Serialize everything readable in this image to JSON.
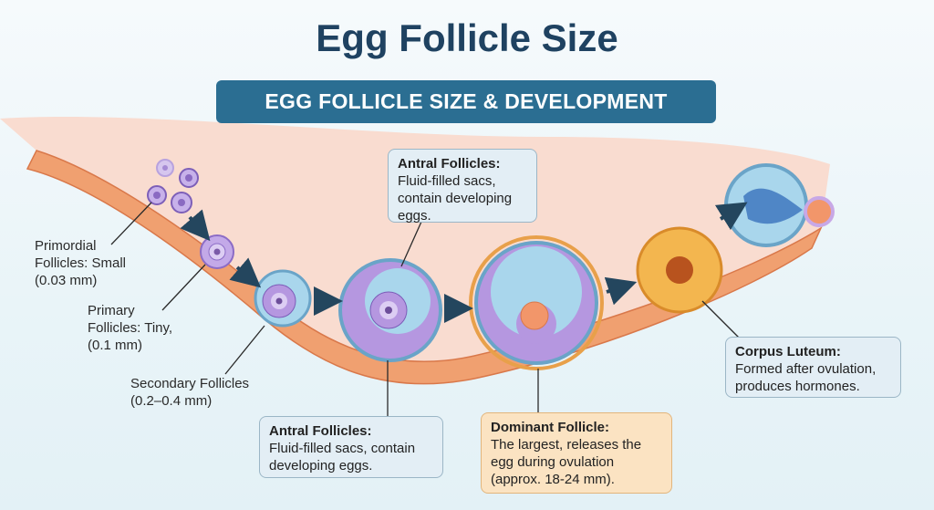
{
  "title": "Egg Follicle Size",
  "banner": "EGG FOLLICLE SIZE & DEVELOPMENT",
  "labels": {
    "primordial": [
      "Primordial",
      "Follicles: Small",
      "(0.03 mm)"
    ],
    "primary": [
      "Primary",
      "Follicles: Tiny,",
      "(0.1 mm)"
    ],
    "secondary": [
      "Secondary Follicles",
      "(0.2–0.4 mm)"
    ]
  },
  "boxes": {
    "antral_top": {
      "heading": "Antral Follicles:",
      "body": "Fluid-filled sacs, contain developing eggs."
    },
    "antral_bottom": {
      "heading": "Antral Follicles:",
      "body": "Fluid-filled sacs, contain developing eggs."
    },
    "dominant": {
      "heading": "Dominant Follicle:",
      "body": "The largest, releases the egg during ovulation (approx. 18-24 mm)."
    },
    "corpus": {
      "heading": "Corpus Luteum:",
      "body": "Formed after ovulation, produces hormones."
    }
  },
  "colors": {
    "title": "#1f4261",
    "banner": "#2b6e92",
    "follicle": "#9b7fd0",
    "fluid": "#a9d6ec",
    "dominant_ring": "#e8a04a",
    "corpus": "#f3b64f",
    "arrow": "#24465e"
  }
}
